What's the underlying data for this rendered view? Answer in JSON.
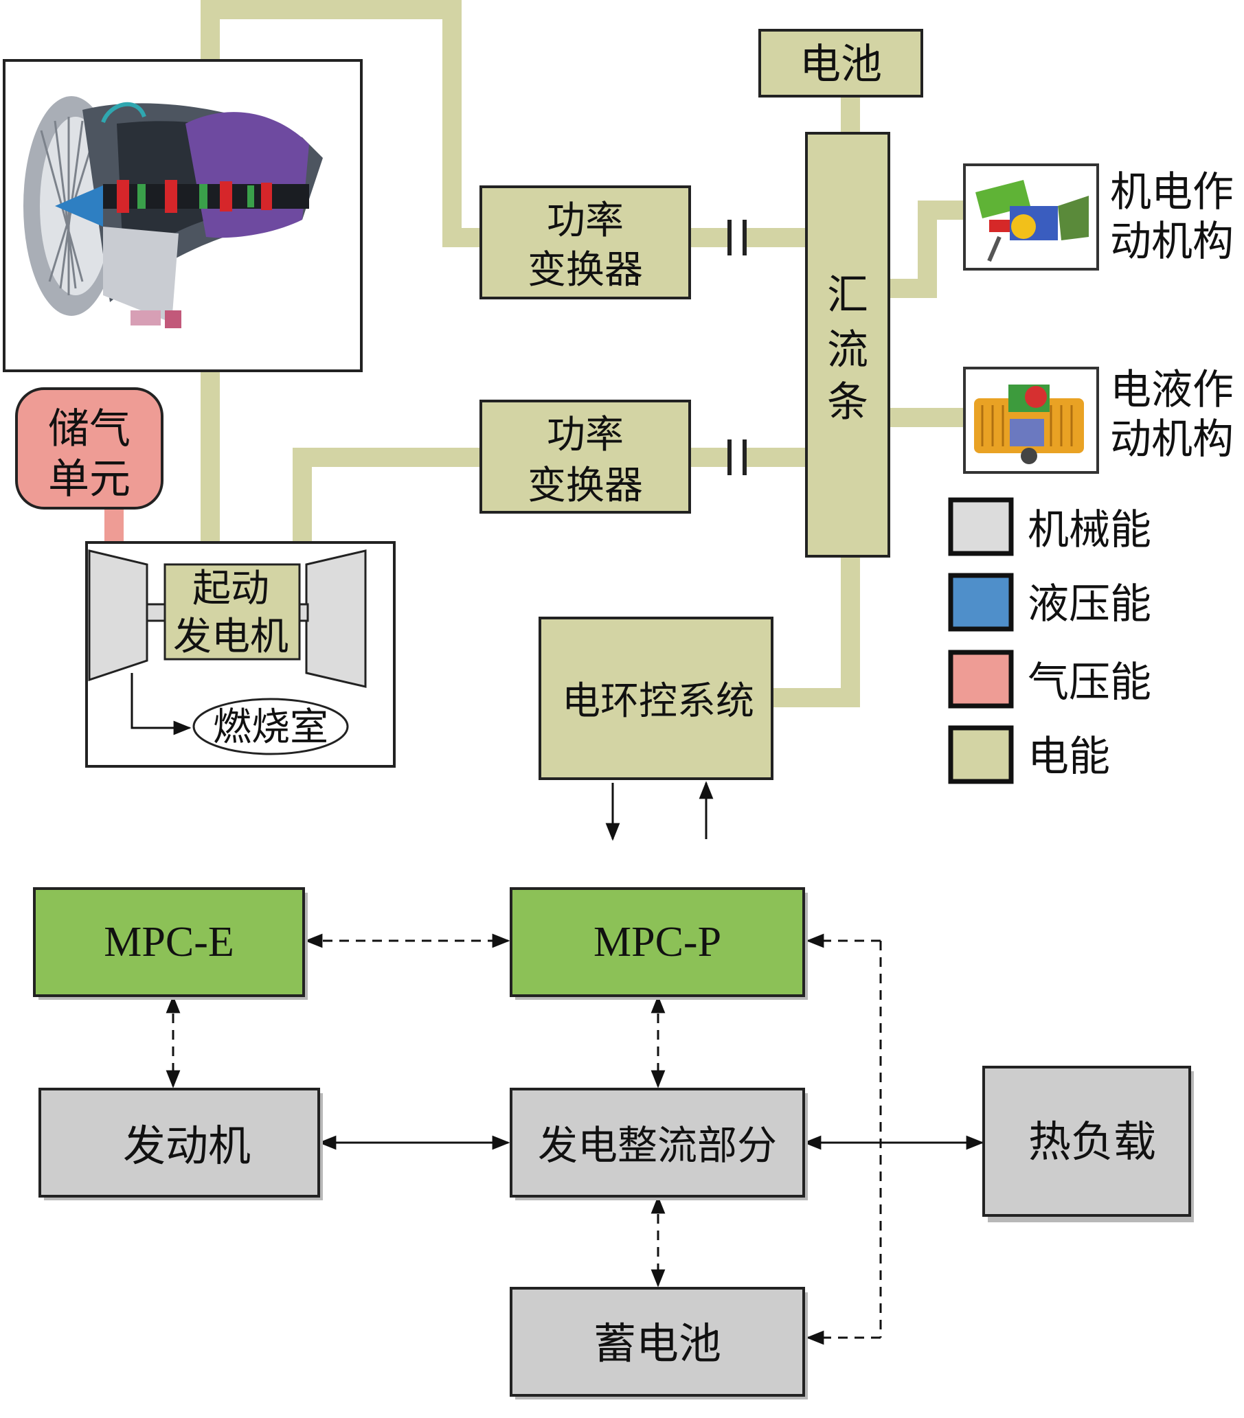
{
  "colors": {
    "electric": "#d3d4a4",
    "mechanical": "#dcdcdc",
    "hydraulic": "#4f8fca",
    "pneumatic": "#ee9c95",
    "mpc_green": "#8cc157",
    "gray_box": "#cdcdcd",
    "frame": "#222222"
  },
  "top": {
    "battery": "电池",
    "bus": [
      "汇",
      "流",
      "条"
    ],
    "converter1": [
      "功率",
      "变换器"
    ],
    "converter2": [
      "功率",
      "变换器"
    ],
    "ema": [
      "机电作",
      "动机构"
    ],
    "eha": [
      "电液作",
      "动机构"
    ],
    "storage": [
      "储气",
      "单元"
    ],
    "starter": [
      "起动",
      "发电机"
    ],
    "combustor": "燃烧室",
    "ecs": "电环控系统"
  },
  "legend": [
    {
      "label": "机械能",
      "color": "#dcdcdc"
    },
    {
      "label": "液压能",
      "color": "#4f8fca"
    },
    {
      "label": "气压能",
      "color": "#ee9c95"
    },
    {
      "label": "电能",
      "color": "#d3d4a4"
    }
  ],
  "bottom": {
    "mpc_e": "MPC-E",
    "mpc_p": "MPC-P",
    "engine": "发动机",
    "gen": "发电整流部分",
    "heat": "热负载",
    "battery2": "蓄电池"
  },
  "icons": {
    "engine_image": "turbofan-engine-cutaway-icon",
    "ema_image": "electromechanical-actuator-icon",
    "eha_image": "electrohydraulic-actuator-icon"
  }
}
